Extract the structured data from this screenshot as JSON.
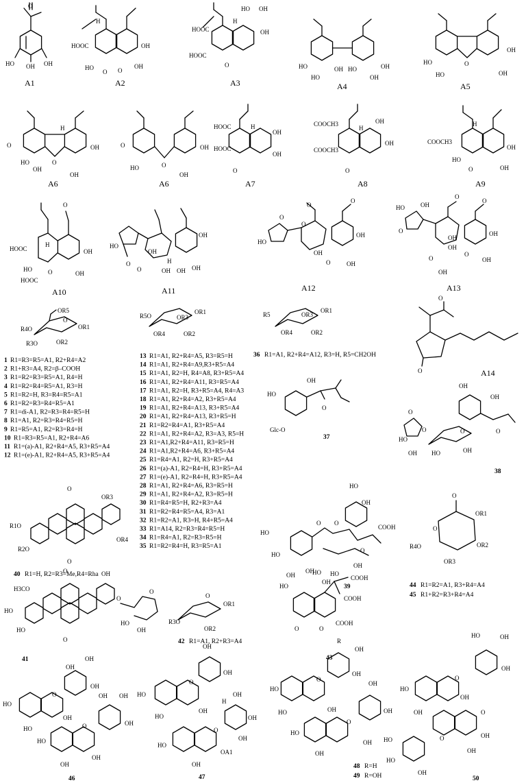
{
  "figure": {
    "compound_labels": {
      "A1": "A1",
      "A2": "A2",
      "A3": "A3",
      "A4": "A4",
      "A5": "A5",
      "A6a": "A6",
      "A6b": "A6",
      "A7": "A7",
      "A8": "A8",
      "A9": "A9",
      "A10": "A10",
      "A11": "A11",
      "A12": "A12",
      "A13": "A13",
      "A14": "A14",
      "c37": "37",
      "c38": "38",
      "c39": "39",
      "c41": "41",
      "c43": "43",
      "c46": "46",
      "c47": "47",
      "c50": "50"
    },
    "atoms": {
      "OH": "OH",
      "HO": "HO",
      "O": "O",
      "H": "H",
      "R": "R",
      "HOOC": "HOOC",
      "COOH": "COOH",
      "COOCH3": "COOCH3",
      "H3CO": "H3CO",
      "Glc_O": "Glc-O",
      "OA1": "OA1",
      "OR1": "OR1",
      "OR2": "OR2",
      "OR3": "OR3",
      "OR4": "OR4",
      "OR5": "OR5",
      "R3O": "R3O",
      "R4O": "R4O",
      "R5O": "R5O",
      "R5": "R5",
      "R1O": "R1O",
      "R2O": "R2O"
    },
    "glucoside_list_1": [
      {
        "num": "1",
        "text": "R1=R3=R5=A1, R2+R4=A2"
      },
      {
        "num": "2",
        "text": "R1+R3=A4, R2=β–COOH"
      },
      {
        "num": "3",
        "text": "R1=R2=R3=R5=A1, R4=H"
      },
      {
        "num": "4",
        "text": "R1=R2=R4=R5=A1, R3=H"
      },
      {
        "num": "5",
        "text": "R1=R2=H, R3=R4=R5=A1"
      },
      {
        "num": "6",
        "text": "R1=R2=R3=R4=R5=A1"
      },
      {
        "num": "7",
        "text": "R1=di-A1, R2=R3=R4=R5=H"
      },
      {
        "num": "8",
        "text": "R1=A1, R2=R3=R4=R5=H"
      },
      {
        "num": "9",
        "text": "R1=R5=A1, R2=R3=R4=H"
      },
      {
        "num": "10",
        "text": "R1=R3=R5=A1, R2+R4=A6"
      },
      {
        "num": "11",
        "text": "R1=(a)-A1, R2+R4=A5, R3+R5=A4"
      },
      {
        "num": "12",
        "text": "R1=(e)-A1, R2+R4=A5, R3+R5=A4"
      }
    ],
    "glucoside_list_2": [
      {
        "num": "13",
        "text": "R1=A1, R2+R4=A5, R3=R5=H"
      },
      {
        "num": "14",
        "text": "R1=A1, R2+R4=A9,R3+R5=A4"
      },
      {
        "num": "15",
        "text": "R1=A1, R2=H, R4=A8, R3+R5=A4"
      },
      {
        "num": "16",
        "text": "R1=A1, R2+R4=A11, R3=R5=A4"
      },
      {
        "num": "17",
        "text": "R1=A1, R2=H, R3+R5=A4, R4=A3"
      },
      {
        "num": "18",
        "text": "R1=A1, R2+R4=A2, R3+R5=A4"
      },
      {
        "num": "19",
        "text": "R1=A1, R2+R4=A13, R3+R5=A4"
      },
      {
        "num": "20",
        "text": "R1=A1, R2+R4=A13, R3+R5=H"
      },
      {
        "num": "21",
        "text": "R1=R2=R4=A1, R3+R5=A4"
      },
      {
        "num": "22",
        "text": "R1=A1, R2+R4=A2, R3=A3, R5=H"
      },
      {
        "num": "23",
        "text": "R1=A1,R2+R4=A11, R3=R5=H"
      },
      {
        "num": "24",
        "text": "R1=A1,R2+R4=A6, R3+R5=A4"
      },
      {
        "num": "25",
        "text": "R1=R4=A1, R2=H, R3+R5=A4"
      },
      {
        "num": "26",
        "text": "R1=(a)-A1, R2=R4=H, R3+R5=A4"
      },
      {
        "num": "27",
        "text": "R1=(e)-A1, R2=R4=H, R3+R5=A4"
      },
      {
        "num": "28",
        "text": "R1=A1, R2+R4=A6, R3=R5=H"
      },
      {
        "num": "29",
        "text": "R1=A1, R2+R4=A2, R3=R5=H"
      },
      {
        "num": "30",
        "text": "R1=R4=R5=H, R2+R3=A4"
      },
      {
        "num": "31",
        "text": "R1=R2=R4=R5=A4, R3=A1"
      },
      {
        "num": "32",
        "text": "R1=R2=A1, R3=H, R4+R5=A4"
      },
      {
        "num": "33",
        "text": "R1=A14, R2=R3=R4=R5=H"
      },
      {
        "num": "34",
        "text": "R1=R4=A1, R2=R3=R5=H"
      },
      {
        "num": "35",
        "text": "R1=R2=R4=H, R3=R5=A1"
      }
    ],
    "entry_36": {
      "num": "36",
      "text": "R1=A1, R2+R4=A12, R3=H, R5=CH2OH"
    },
    "entry_40": {
      "num": "40",
      "text": "R1=H, R2=R3=Me,R4=Rha"
    },
    "entry_42": {
      "num": "42",
      "text": "R1=A1, R2+R3=A4"
    },
    "entry_44": {
      "num": "44",
      "text": "R1=R2=A1, R3+R4=A4"
    },
    "entry_45": {
      "num": "45",
      "text": "R1+R2=R3+R4=A4"
    },
    "entry_48": {
      "num": "48",
      "text": "R=H"
    },
    "entry_49": {
      "num": "49",
      "text": "R=OH"
    }
  }
}
